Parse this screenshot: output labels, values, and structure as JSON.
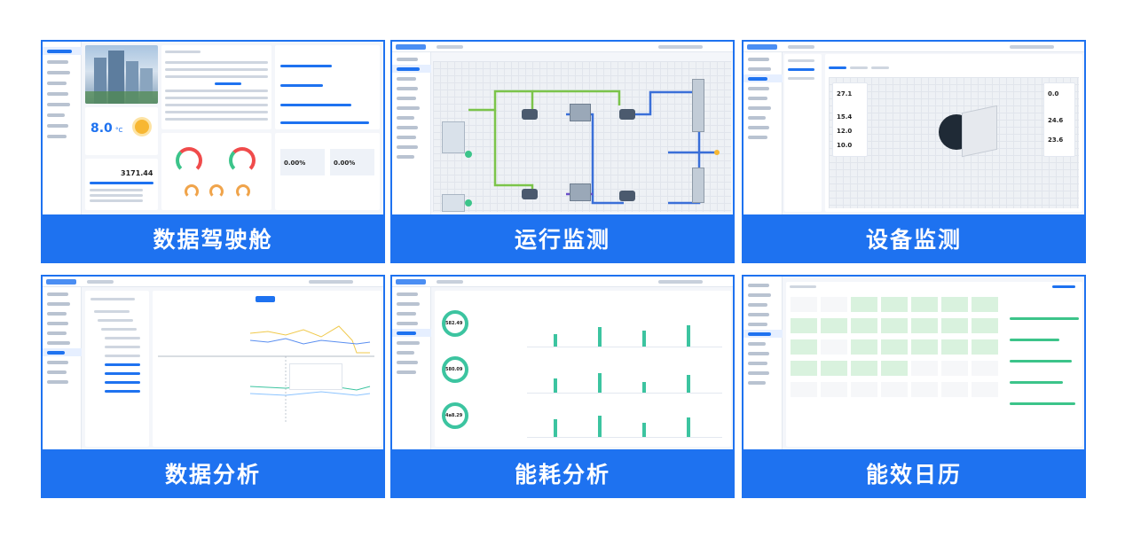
{
  "cards": [
    {
      "caption": "数据驾驶舱",
      "temperature": "8.0",
      "temperature_unit": "°C",
      "power_total": "3171.44",
      "pct_a": "0.00%",
      "pct_b": "0.00%"
    },
    {
      "caption": "运行监测"
    },
    {
      "caption": "设备监测",
      "readings": [
        "27.1",
        "15.4",
        "12.0",
        "10.0"
      ],
      "readings_right": [
        "0.0",
        "24.6",
        "23.6"
      ]
    },
    {
      "caption": "数据分析"
    },
    {
      "caption": "能耗分析",
      "gauges": [
        "582.49",
        "580.09",
        "4a8.29"
      ]
    },
    {
      "caption": "能效日历"
    }
  ],
  "colors": {
    "accent": "#1e72f0",
    "pipe_green": "#7bc44a",
    "pipe_blue": "#3a6fd8",
    "pipe_purple": "#6a4fc9",
    "success": "#3cc48a"
  },
  "icons": [
    "sun-icon",
    "chiller-unit-icon",
    "pump-icon",
    "cooling-tower-icon",
    "equipment-3d-icon",
    "gauge-icon",
    "ring-gauge-icon"
  ]
}
